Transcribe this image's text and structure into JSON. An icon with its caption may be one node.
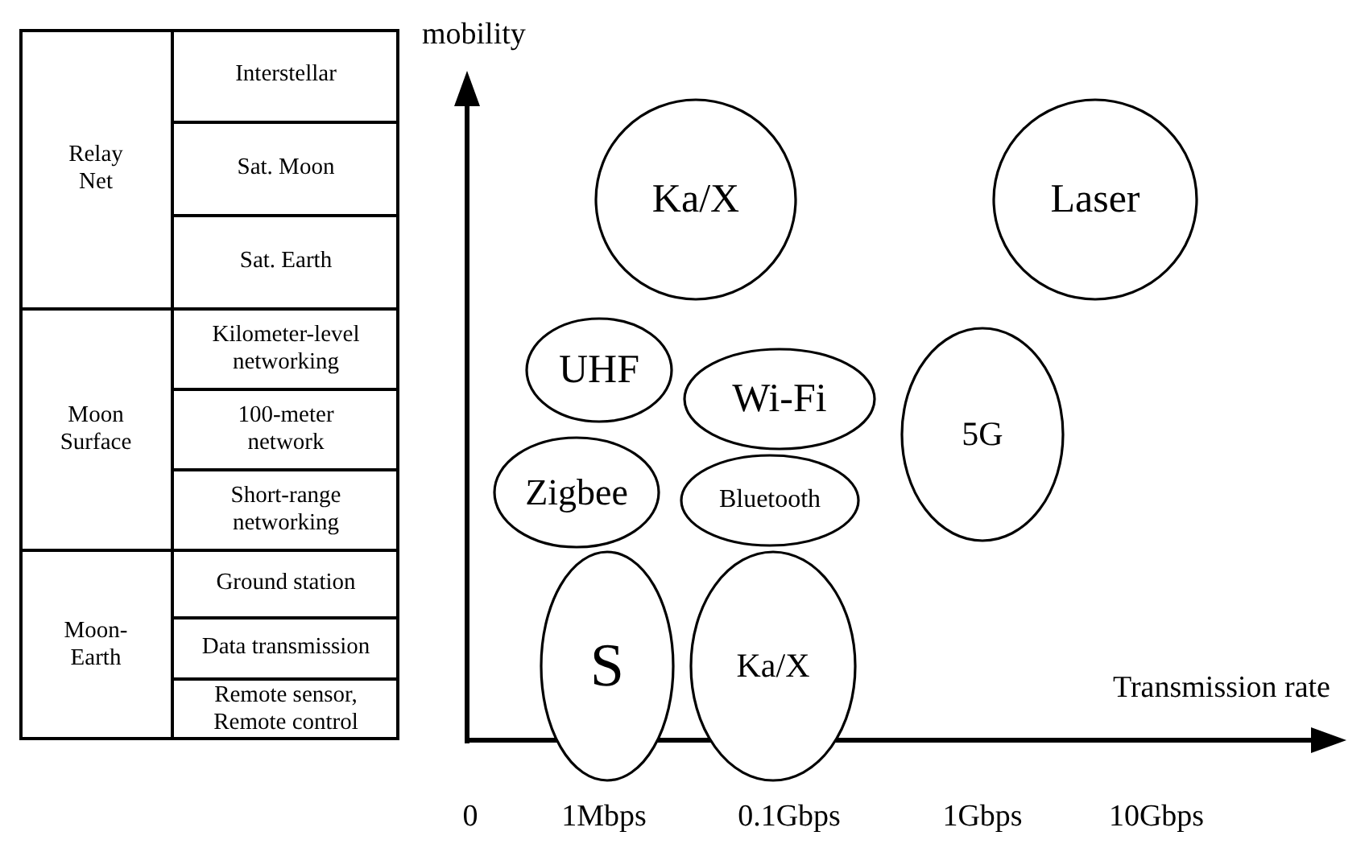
{
  "diagram": {
    "nodes": [
      {
        "text": [
          "Ka/X"
        ]
      },
      {
        "text": [
          "Laser"
        ]
      },
      {
        "text": [
          "UHF"
        ]
      },
      {
        "text": [
          "Wi-Fi"
        ]
      },
      {
        "text": [
          "5G"
        ]
      },
      {
        "text": [
          "Zigbee"
        ]
      },
      {
        "text": [
          "Bluetooth"
        ]
      },
      {
        "text": [
          "S"
        ]
      },
      {
        "text": [
          "Ka/X"
        ]
      }
    ],
    "edges": [],
    "labels": [
      "Relay Net",
      "Interstellar",
      "Sat. Moon",
      "Sat. Earth",
      "Moon Surface",
      "Kilometer-level networking",
      "100-meter network",
      "Short-range networking",
      "Moon-Earth",
      "Ground station",
      "Data transmission",
      "Remote sensor, Remote control",
      "mobility",
      "Transmission rate",
      "0",
      "1Mbps",
      "0.1Gbps",
      "1Gbps",
      "10Gbps"
    ]
  }
}
